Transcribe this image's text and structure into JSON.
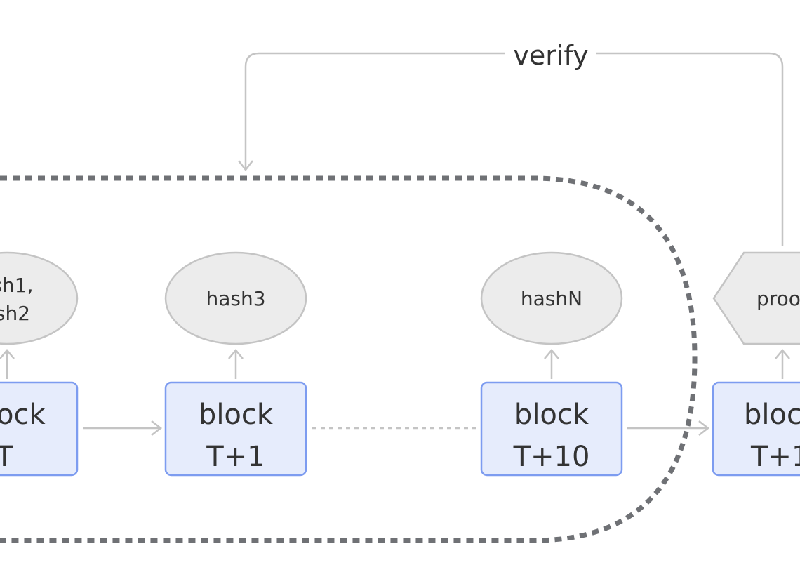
{
  "diagram": {
    "verify_label": "verify",
    "blocks": [
      {
        "line1": "ock",
        "line2": "T"
      },
      {
        "line1": "block",
        "line2": "T+1"
      },
      {
        "line1": "block",
        "line2": "T+10"
      },
      {
        "line1": "bloc",
        "line2": "T+1"
      }
    ],
    "hashes": [
      {
        "line1": "sh1,",
        "line2": "sh2"
      },
      {
        "line1": "hash3"
      },
      {
        "line1": "hashN"
      }
    ],
    "proof_label": "proo"
  },
  "colors": {
    "block_fill": "#e6ecfc",
    "block_stroke": "#7d9cf0",
    "ellipse_fill": "#ececec",
    "ellipse_stroke": "#c4c4c4",
    "connector": "#c4c4c4",
    "dashed_boundary": "#6f7175",
    "text": "#333333"
  }
}
